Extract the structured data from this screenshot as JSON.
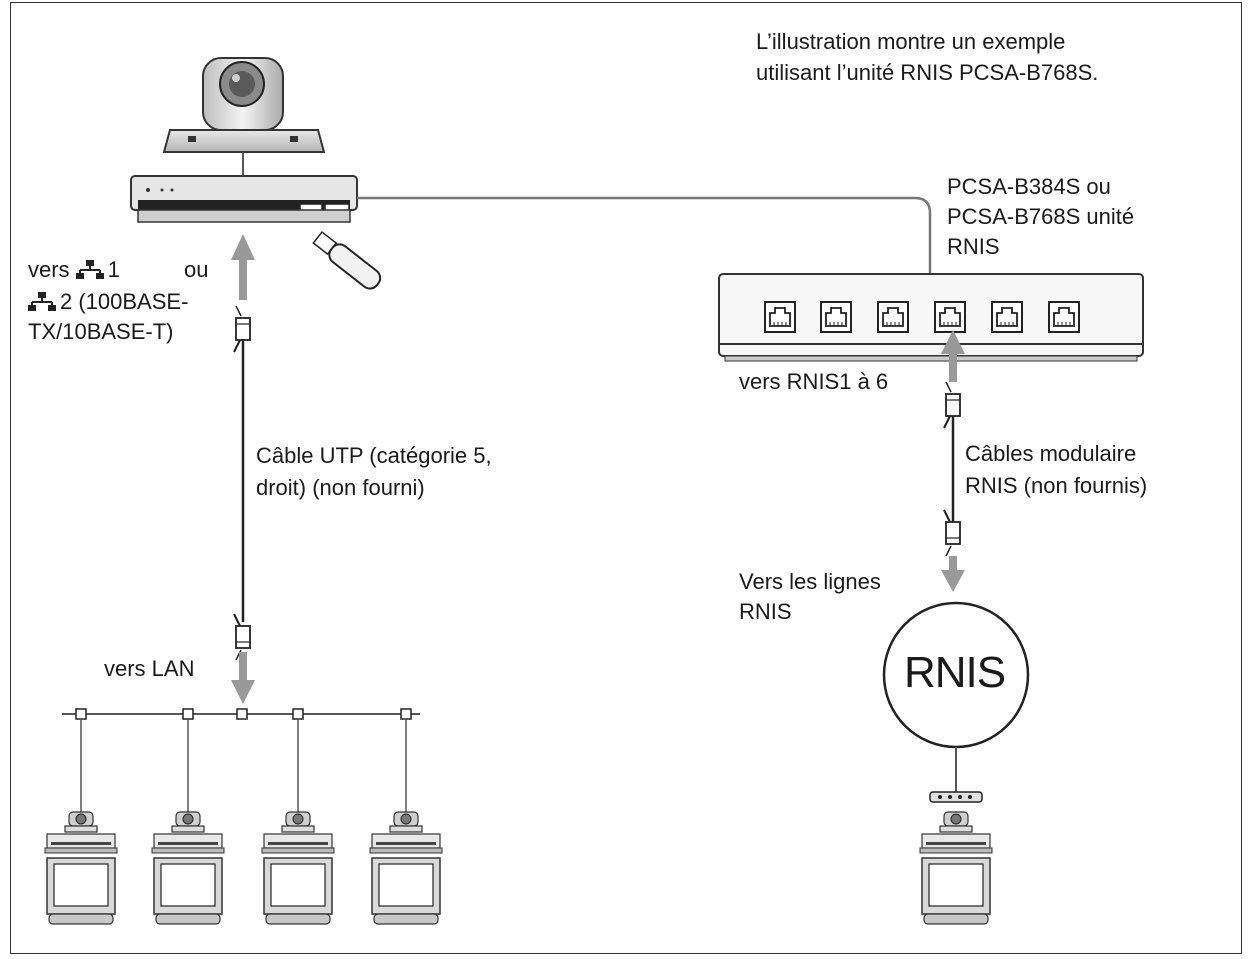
{
  "caption": {
    "line1": "L’illustration montre un exemple",
    "line2": "utilisant l’unité RNIS PCSA-B768S."
  },
  "isdn_unit_label": {
    "line1": "PCSA-B384S ou",
    "line2": "PCSA-B768S unité",
    "line3": "RNIS"
  },
  "lan_port_label": {
    "part1": "vers",
    "part2": "1",
    "part3": "ou",
    "part4": "2 (100BASE-",
    "part5": "TX/10BASE-T)"
  },
  "isdn_port_label": "vers RNIS1 à 6",
  "utp_cable_label": {
    "line1": "Câble UTP (catégorie 5,",
    "line2": "droit) (non fourni)"
  },
  "modular_cable_label": {
    "line1": "Câbles modulaire",
    "line2": "RNIS (non fournis)"
  },
  "isdn_lines_label": {
    "line1": "Vers les lignes",
    "line2": "RNIS"
  },
  "lan_label": "vers LAN",
  "network_cloud_label": "RNIS"
}
